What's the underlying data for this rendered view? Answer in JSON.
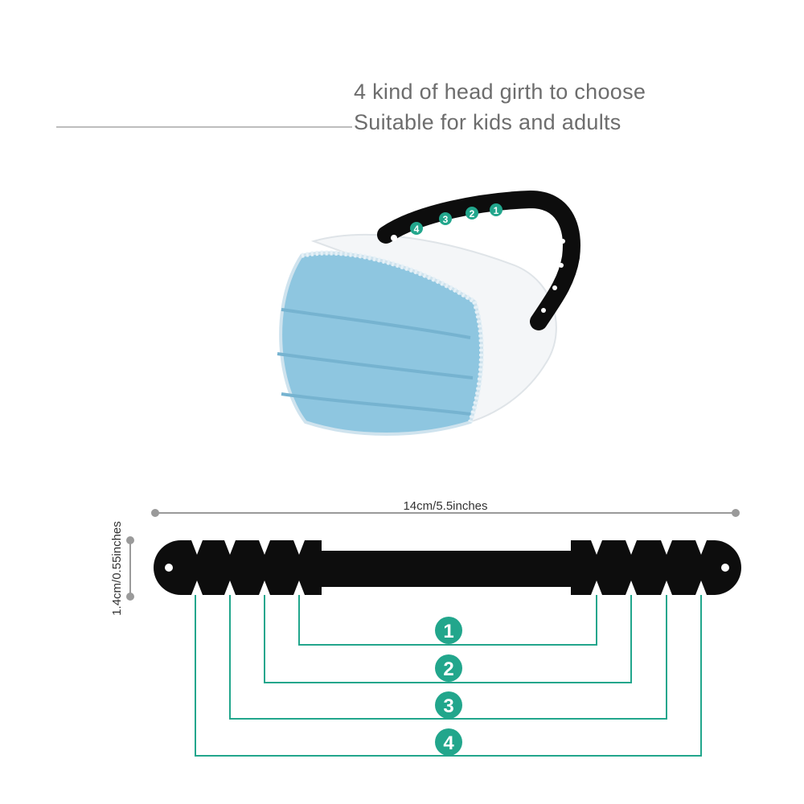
{
  "header": {
    "line1": "4 kind of head girth to choose",
    "line2": "Suitable for kids and adults"
  },
  "product": {
    "width_label": "14cm/5.5inches",
    "height_label": "1.4cm/0.55inches",
    "hook_numbers": [
      "4",
      "3",
      "2",
      "1"
    ]
  },
  "girth_options": [
    "1",
    "2",
    "3",
    "4"
  ],
  "colors": {
    "accent": "#22a68c",
    "strap": "#0d0d0d",
    "mask": "#8ec6e0",
    "text": "#6d6d6d",
    "dimension": "#9a9a9a"
  }
}
